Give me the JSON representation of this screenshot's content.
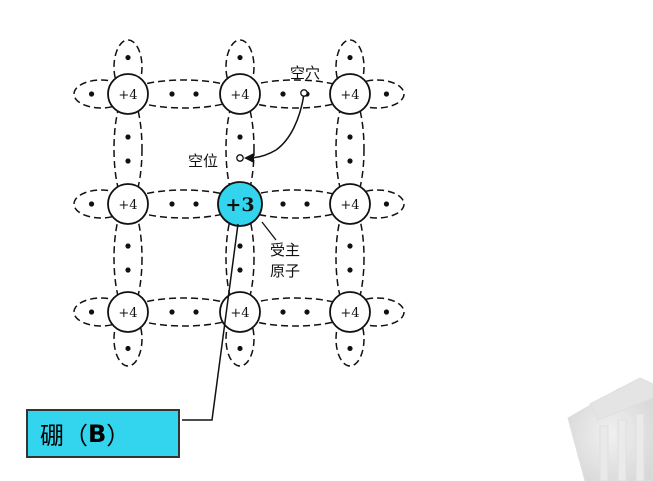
{
  "lattice": {
    "host_atom_label": "+4",
    "dopant_atom_label": "+3",
    "dopant_color": "#33d4ee"
  },
  "callouts": {
    "hole": "空穴",
    "vacancy": "空位",
    "acceptor_line1": "受主",
    "acceptor_line2": "原子"
  },
  "boron_label": {
    "prefix": "硼（",
    "symbol": "B",
    "suffix": "）"
  }
}
